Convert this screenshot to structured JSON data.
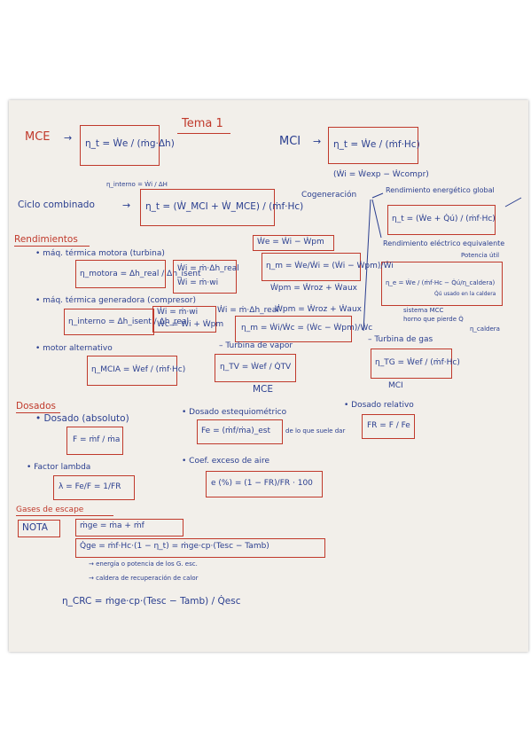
{
  "title": "Tema 1",
  "mce": {
    "label": "MCE",
    "eq": "η_t = Ẇe / (ṁg·Δh)",
    "eq2": "η_interno = Ẇi / ΔH"
  },
  "mci": {
    "label": "MCI",
    "eq": "η_t = Ẇe / (ṁf·Hc)",
    "work": "(Ẇi = Ẇexp − Ẇcompr)"
  },
  "ciclo": {
    "label": "Ciclo combinado",
    "eq": "η_t = (Ẇ_MCI + Ẇ_MCE) / (ṁf·Hc)"
  },
  "cogeneracion": {
    "label": "Cogeneración",
    "rendimiento_global_label": "Rendimiento energético global",
    "rendimiento_global_eq": "η_t = (Ẇe + Q̇ú) / (ṁf·Hc)",
    "rendimiento_electrico_label": "Rendimiento eléctrico equivalente",
    "potencia_label": "Potencia útil",
    "rendimiento_electrico_eq": "η_e = Ẇe / (ṁf·Hc − Q̇ú/η_caldera)",
    "note_sistema": "sistema MCC",
    "note_horno": "horno que pierde Q̇",
    "note_caldera": "η_caldera",
    "note_right": "Q̇ú usado en la caldera"
  },
  "rendimientos": {
    "heading": "Rendimientos",
    "maq_termica_motora": "• máq. térmica motora (turbina)",
    "motora_eq": "η_motora = Δh_real / Δh_isent",
    "motora_w1": "Ẇi = ṁ·Δh_real",
    "motora_w2": "Ẇi = ṁ·wi",
    "maq_termica_generadora": "• máq. térmica generadora (compresor)",
    "generadora_eq": "η_interno = Δh_isent / Δh_real",
    "generadora_w1": "Ẇi = ṁ·wi",
    "generadora_w2": "Ẇc = Ẇi + Ẇpm",
    "generadora_w3": "Ẇi = ṁ·Δh_real",
    "wpm_top": "Ẇe = Ẇi − Ẇpm",
    "mec_eq": "η_m = Ẇe/Ẇi = (Ẇi − Ẇpm)/Ẇi",
    "wpm_sum": "Ẇpm = Ẇroz + Ẇaux",
    "wpm_sum2": "Ẇpm = Ẇroz + Ẇaux",
    "mec_eq2": "η_m = Ẇi/Ẇc = (Ẇc − Ẇpm)/Ẇc",
    "motor_alternativo": "• motor alternativo",
    "alt_eq": "η_MCIA = Ẇef / (ṁf·Hc)",
    "turbina_vapor": "– Turbina de vapor",
    "tv_eq": "η_TV = Ẇef / Q̇TV",
    "mce_label": "MCE",
    "turbina_gas": "– Turbina de gas",
    "tg_eq": "η_TG = Ẇef / (ṁf·Hc)",
    "mci_label": "MCI"
  },
  "dosados": {
    "heading": "Dosados",
    "absoluto_label": "• Dosado (absoluto)",
    "absoluto_eq": "F = ṁf / ṁa",
    "estequiometrico_label": "• Dosado estequiométrico",
    "estequiometrico_eq": "Fe = (ṁf/ṁa)_est",
    "estequiometrico_note": "de lo que suele dar",
    "relativo_label": "• Dosado relativo",
    "relativo_eq": "FR = F / Fe",
    "lambda_label": "• Factor lambda",
    "lambda_eq": "λ = Fe/F = 1/FR",
    "exceso_label": "• Coef. exceso de aire",
    "exceso_eq": "e (%) = (1 − FR)/FR · 100"
  },
  "gases": {
    "heading": "Gases de escape",
    "nota": "NOTA",
    "eq1": "ṁge = ṁa + ṁf",
    "eq2": "Q̇ge = ṁf·Hc·(1 − η_t) = ṁge·cp·(Tesc − Tamb)",
    "note1": "→ energía o potencia de los G. esc.",
    "note2": "→ caldera de recuperación de calor",
    "crc_eq": "η_CRC = ṁge·cp·(Tesc − Tamb) / Q̇esc"
  }
}
